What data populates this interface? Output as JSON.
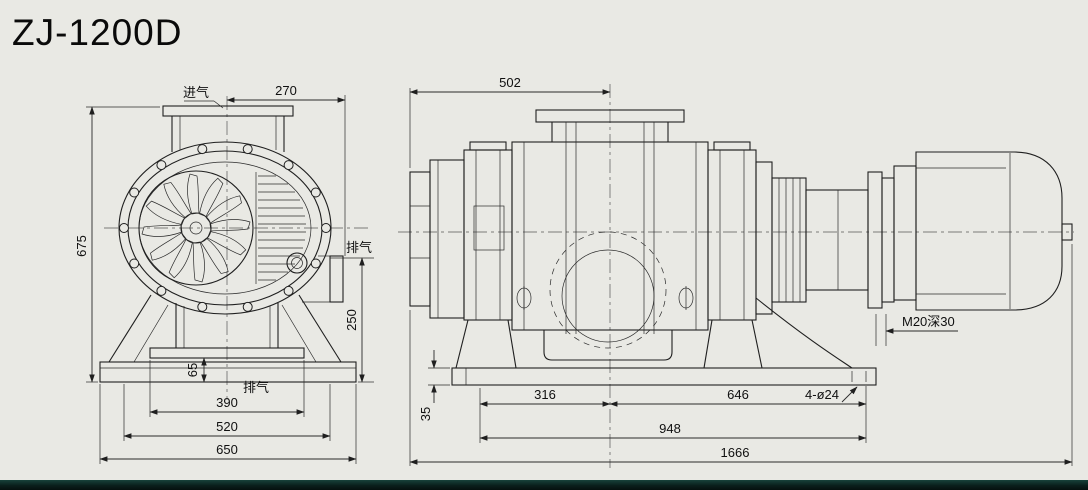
{
  "title": "ZJ-1200D",
  "colors": {
    "background": "#e9e9e4",
    "line": "#1f1f1f",
    "footer_bar": "#0a1f1c"
  },
  "front_view": {
    "intake_label": "进气",
    "exhaust_side_label": "排气",
    "exhaust_bottom_label": "排气",
    "dim_270": "270",
    "dim_675": "675",
    "dim_250": "250",
    "dim_65": "65",
    "dim_390": "390",
    "dim_520": "520",
    "dim_650": "650"
  },
  "side_view": {
    "dim_502": "502",
    "thread_note": "M20深30",
    "dim_35": "35",
    "dim_316": "316",
    "dim_646": "646",
    "hole_note": "4-ø24",
    "dim_948": "948",
    "dim_1666": "1666"
  }
}
